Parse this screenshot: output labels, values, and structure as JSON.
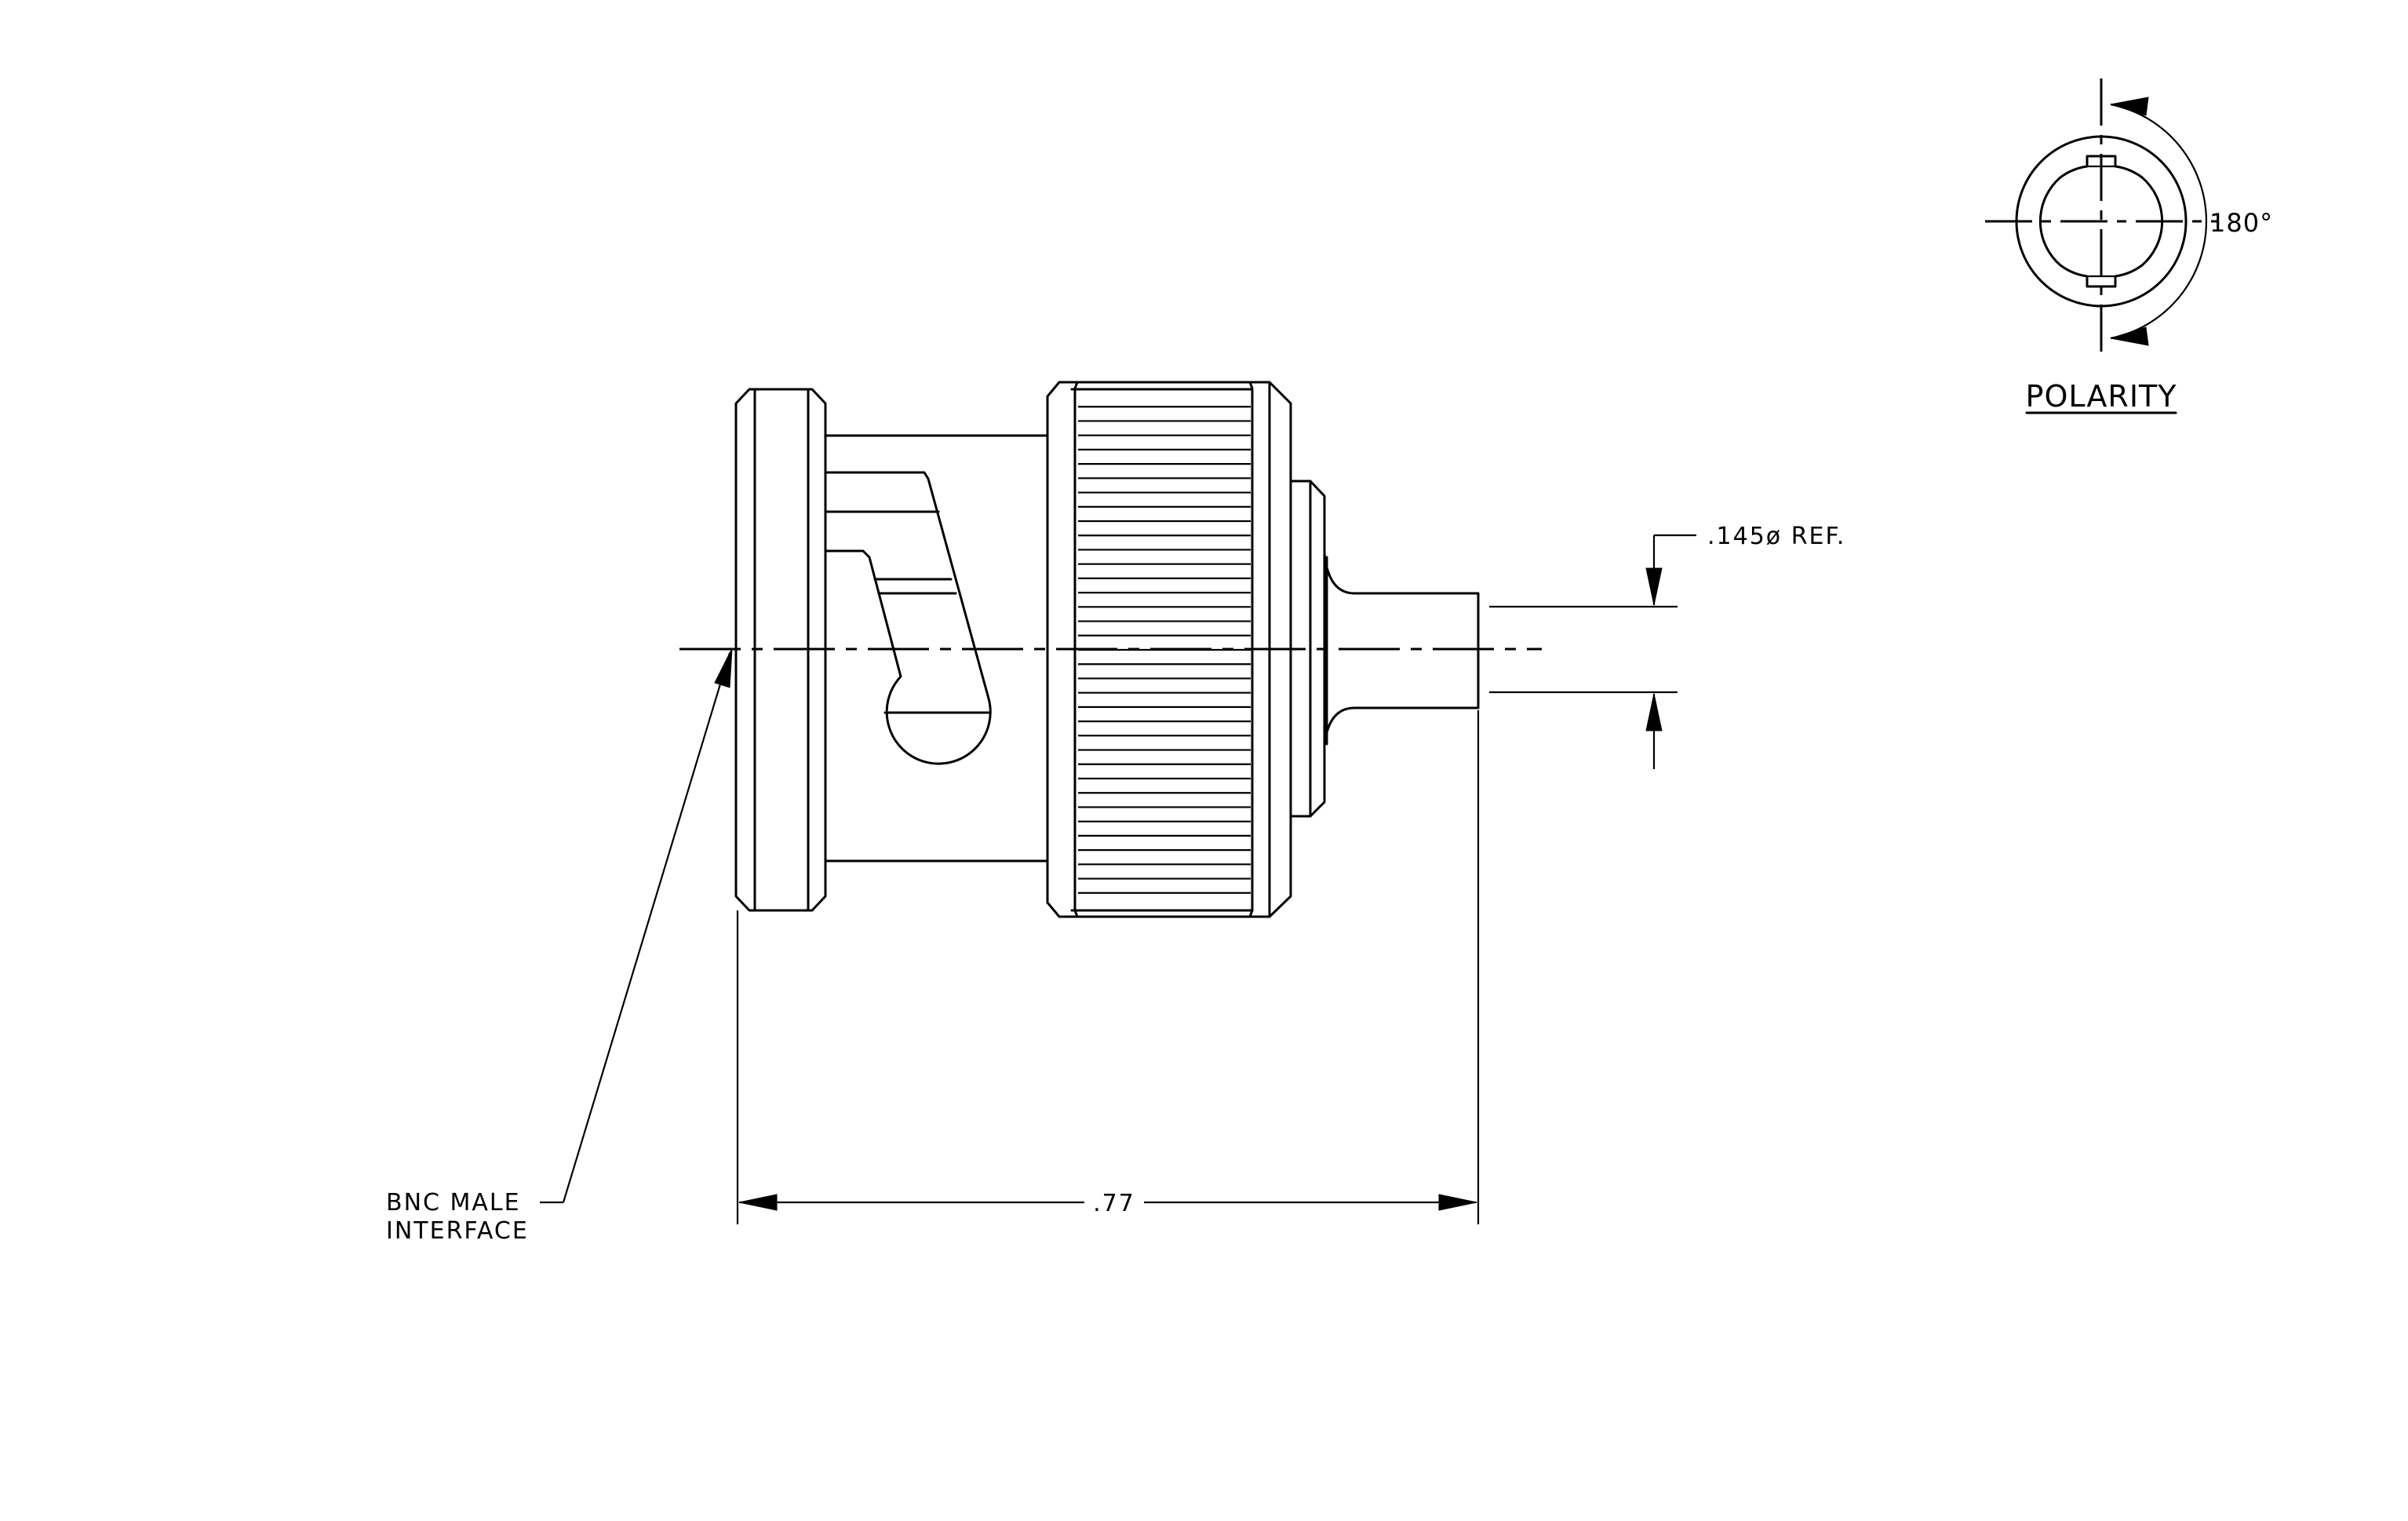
{
  "labels": {
    "interface_line1": "BNC MALE",
    "interface_line2": "INTERFACE",
    "length_dim": ".77",
    "diameter_dim": ".145ø REF.",
    "polarity_angle": "180°",
    "polarity_title": "POLARITY"
  },
  "knurl": {
    "line_count": 36
  },
  "colors": {
    "line": "#000000",
    "background": "#ffffff"
  }
}
